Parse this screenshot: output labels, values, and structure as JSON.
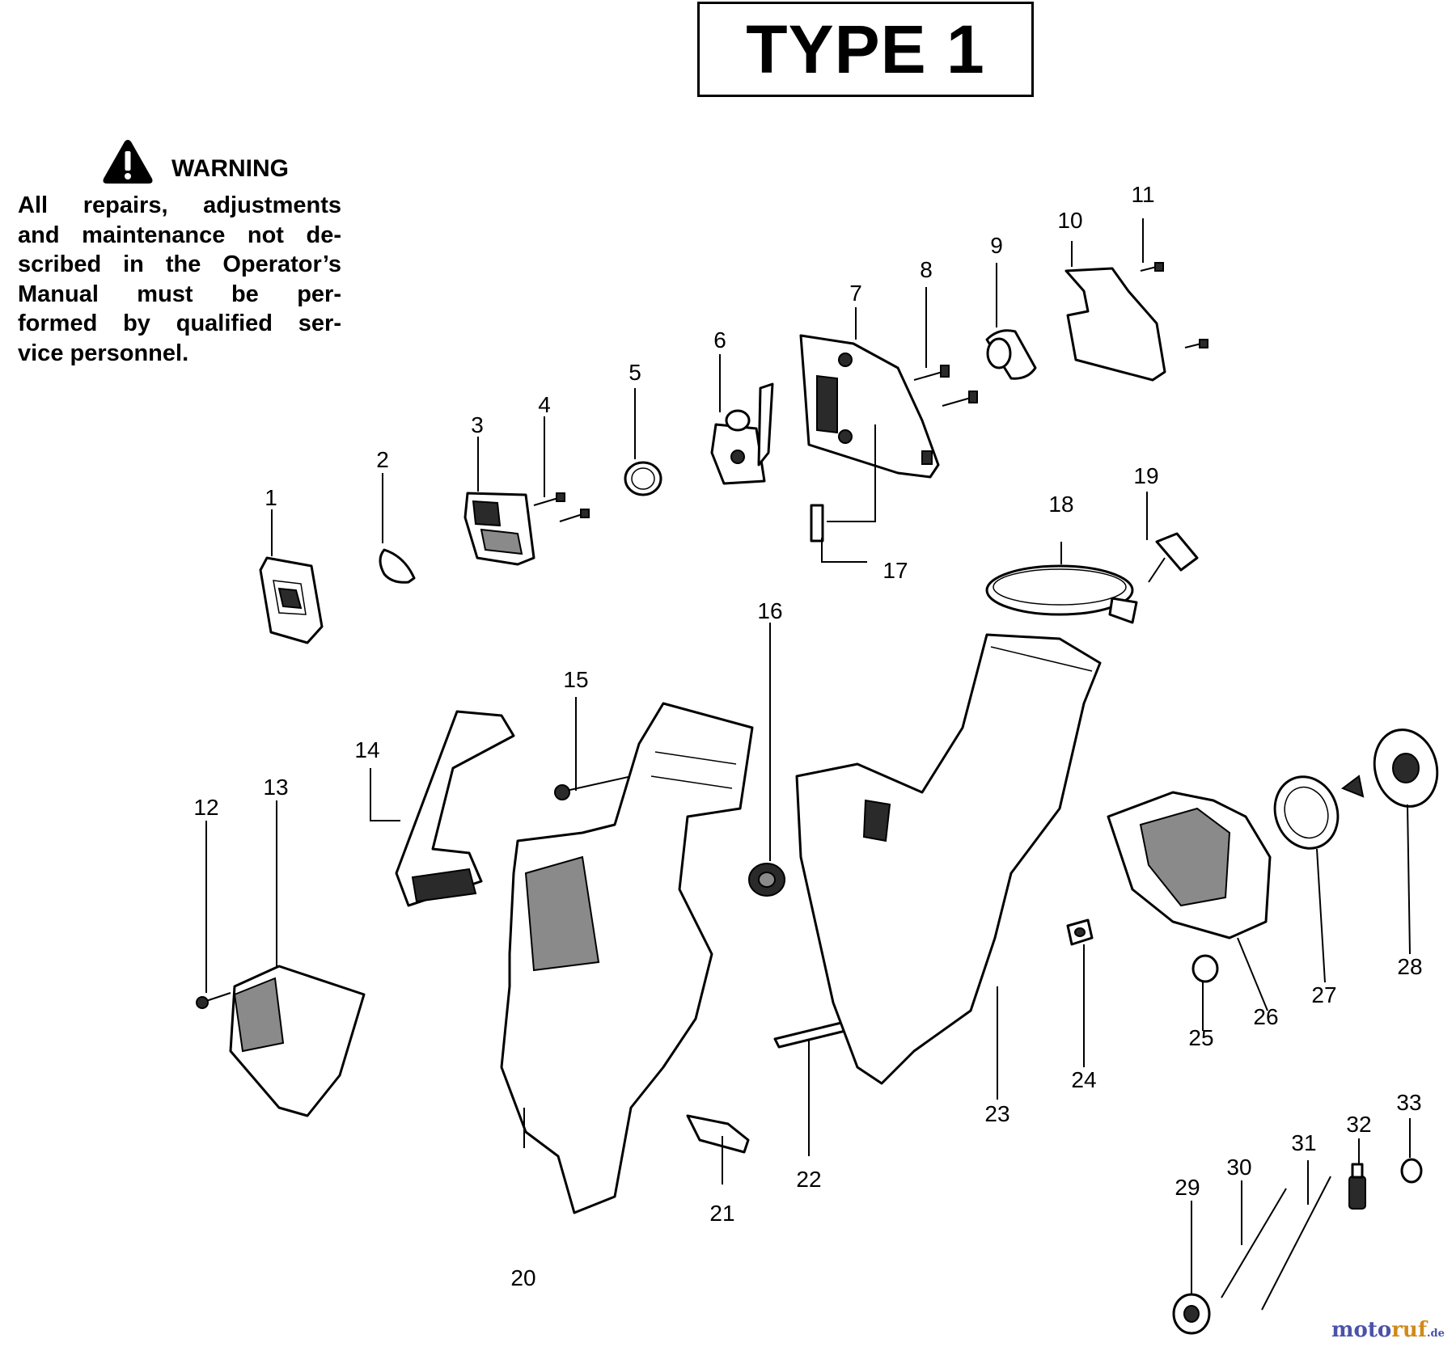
{
  "title": "TYPE 1",
  "warning": {
    "heading": "WARNING",
    "lines": [
      "All repairs, adjustments",
      "and maintenance not de-",
      "scribed in the Operator’s",
      "Manual must be per-",
      "formed by qualified ser-",
      "vice personnel."
    ]
  },
  "callouts": [
    "1",
    "2",
    "3",
    "4",
    "5",
    "6",
    "7",
    "8",
    "9",
    "10",
    "11",
    "12",
    "13",
    "14",
    "15",
    "16",
    "17",
    "18",
    "19",
    "20",
    "21",
    "22",
    "23",
    "24",
    "25",
    "26",
    "27",
    "28",
    "29",
    "30",
    "31",
    "32",
    "33"
  ],
  "watermark": {
    "a": "moto",
    "b": "ruf",
    "c": ".de"
  }
}
